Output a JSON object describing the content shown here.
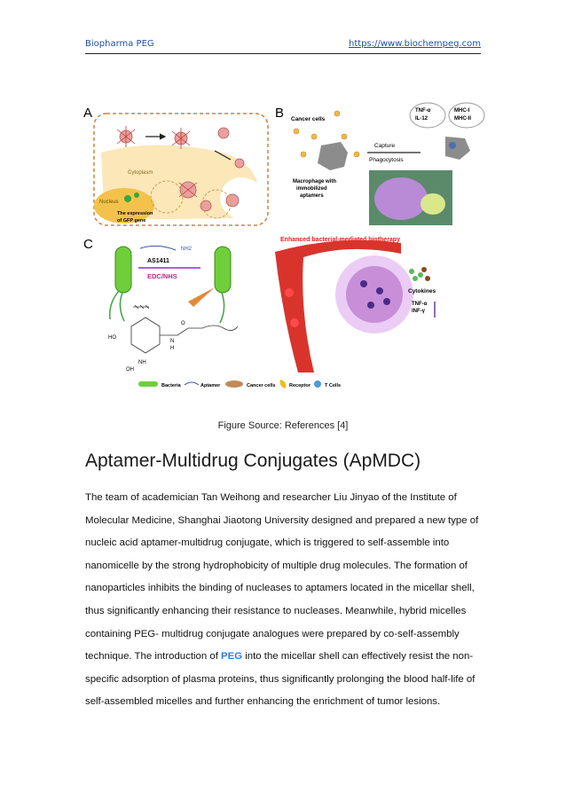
{
  "header": {
    "brand": "Biopharma PEG",
    "url": "https://www.biochempeg.com"
  },
  "figure": {
    "panel_a": {
      "letter": "A",
      "cytoplasm": "Cytoplasm",
      "nucleus": "Nucleus",
      "expression_line1": "The expression",
      "expression_line2": "of GFP gene"
    },
    "panel_b": {
      "letter": "B",
      "cancer_cells": "Cancer cells",
      "cytokine1": "TNF-α",
      "cytokine2": "IL-12",
      "mhc1": "MHC-I",
      "mhc2": "MHC-II",
      "capture": "Capture",
      "phagocytosis": "Phagocytosis",
      "macrophage_line1": "Macrophage with",
      "macrophage_line2": "immobilized",
      "macrophage_line3": "aptamers"
    },
    "panel_c": {
      "letter": "C",
      "nh2": "NH2",
      "as1411": "AS1411",
      "edc": "EDC/NHS",
      "ho": "HO",
      "nh": "NH",
      "oh": "OH",
      "n": "N",
      "h": "H",
      "o": "O",
      "biotherapy_title": "Enhanced bacterial-mediated biotherapy",
      "cytokines": "Cytokines",
      "tnf": "TNF-α",
      "inf": "INF-γ"
    },
    "legend": {
      "bacteria": "Bacteria",
      "aptamer": "Aptamer",
      "cancer_cells": "Cancer cells",
      "receptor": "Receptor",
      "t_cells": "T Cells"
    }
  },
  "caption": "Figure Source: References [4]",
  "title": "Aptamer-Multidrug Conjugates (ApMDC)",
  "body": {
    "part1": "The team of academician Tan Weihong and researcher Liu Jinyao of the Institute of Molecular Medicine, Shanghai Jiaotong University designed and prepared a new type of nucleic acid aptamer-multidrug conjugate, which is triggered to self-assemble into nanomicelle by the strong hydrophobicity of multiple drug molecules. The formation of nanoparticles inhibits the binding of nucleases to aptamers located in the micellar shell, thus significantly enhancing their resistance to nucleases. Meanwhile, hybrid micelles containing PEG- multidrug conjugate analogues were prepared by co-self-assembly technique. The introduction of ",
    "link": "PEG",
    "part2": " into the micellar shell can effectively resist the non-specific adsorption of plasma proteins, thus significantly prolonging the blood half-life of self-assembled micelles and further enhancing the enrichment of tumor lesions."
  },
  "colors": {
    "brand": "#1f4e9e",
    "link": "#2a7de1",
    "highlight_red": "#e2231a",
    "purple": "#8a2be2"
  }
}
